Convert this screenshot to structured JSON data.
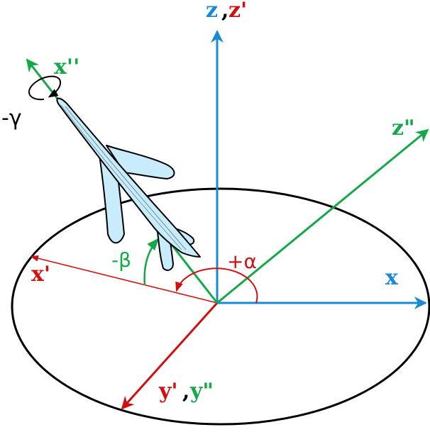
{
  "colors": {
    "blue": "#1a8ad4",
    "red": "#d01010",
    "green": "#14a848",
    "black": "#000000",
    "plane_fill": "#c8ecfb"
  },
  "labels": {
    "z_axis": "z",
    "z_sep": ",",
    "z_prime": "z'",
    "x_axis": "x",
    "x_prime": "x'",
    "x_double_prime": "x''",
    "z_double_prime": "z\"",
    "y_prime": "y'",
    "y_sep": ",",
    "y_double_prime": "y\"",
    "alpha": "+α",
    "beta": "-β",
    "gamma": "-γ"
  },
  "icons": {
    "aircraft": "airplane-icon"
  }
}
